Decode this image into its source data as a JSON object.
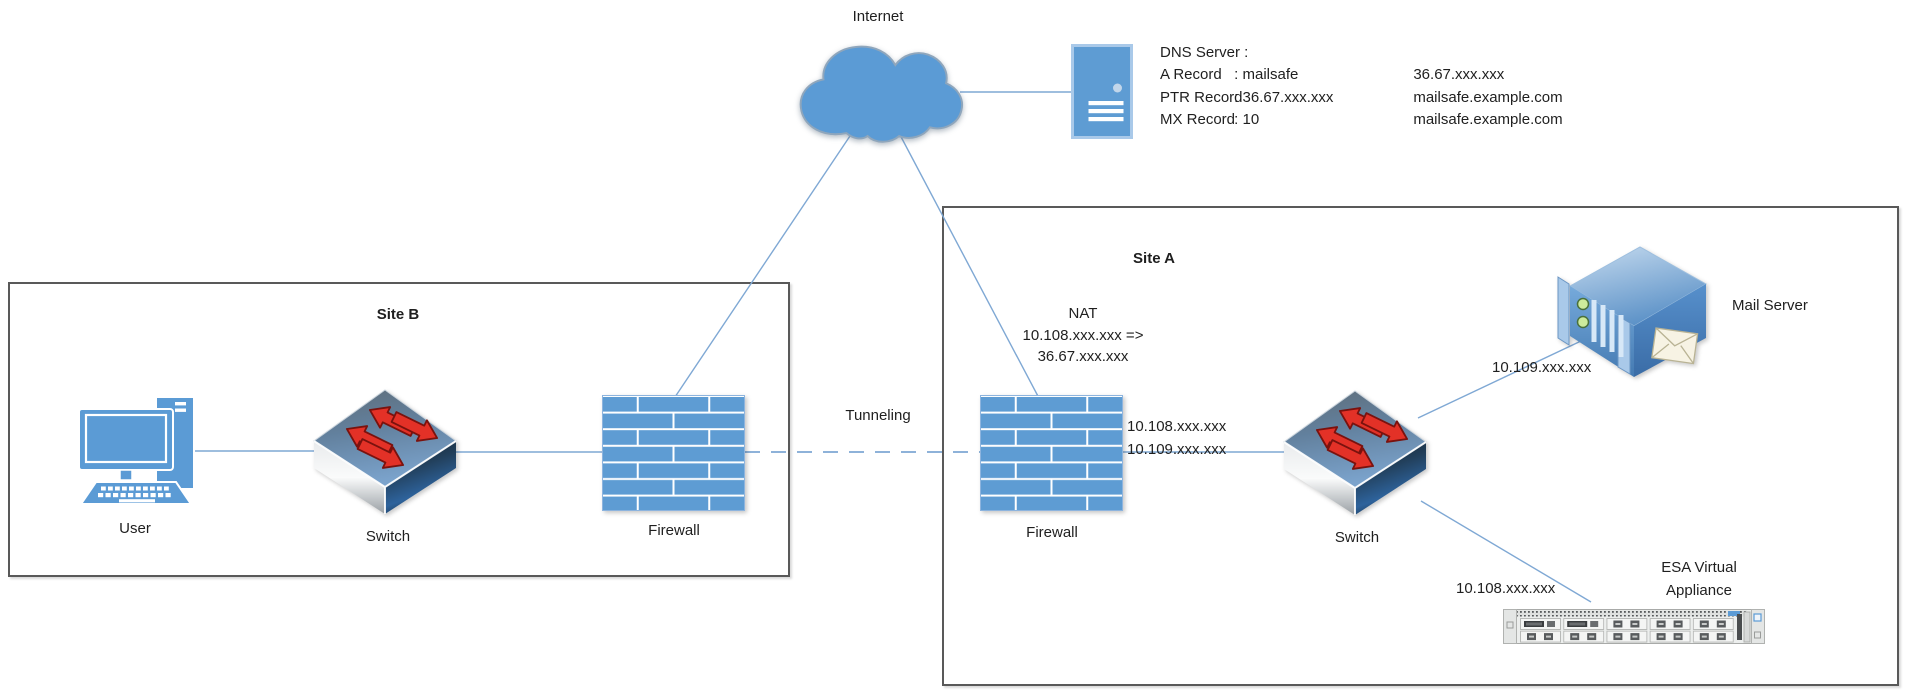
{
  "colors": {
    "shape_blue": "#5B9BD5",
    "connector_blue": "#7FA8D4",
    "arrow_red": "#E33127",
    "box_border": "#595959",
    "text": "#1F1F1F"
  },
  "internet": {
    "label": "Internet",
    "icon": "cloud-icon"
  },
  "dns": {
    "icon": "server-tower-icon",
    "title": "DNS Server :",
    "records": [
      {
        "type": "A Record",
        "value": ": mailsafe",
        "target": "36.67.xxx.xxx"
      },
      {
        "type": "PTR Record",
        "value": ": 36.67.xxx.xxx",
        "target": "mailsafe.example.com"
      },
      {
        "type": "MX Record",
        "value": ": 10",
        "target": "mailsafe.example.com"
      }
    ]
  },
  "tunnel": {
    "label": "Tunneling"
  },
  "site_b": {
    "label": "Site B",
    "user_label": "User",
    "switch_label": "Switch",
    "firewall_label": "Firewall"
  },
  "site_a": {
    "label": "Site A",
    "nat": {
      "title": "NAT",
      "mapping_from": "10.108.xxx.xxx =>",
      "mapping_to": "36.67.xxx.xxx"
    },
    "firewall_label": "Firewall",
    "switch_label": "Switch",
    "firewall_switch_link": {
      "ip_1": "10.108.xxx.xxx",
      "ip_2": "10.109.xxx.xxx"
    },
    "mail_server": {
      "label": "Mail Server",
      "ip": "10.109.xxx.xxx"
    },
    "esa_appliance": {
      "label_line_1": "ESA Virtual",
      "label_line_2": "Appliance",
      "ip": "10.108.xxx.xxx"
    }
  }
}
